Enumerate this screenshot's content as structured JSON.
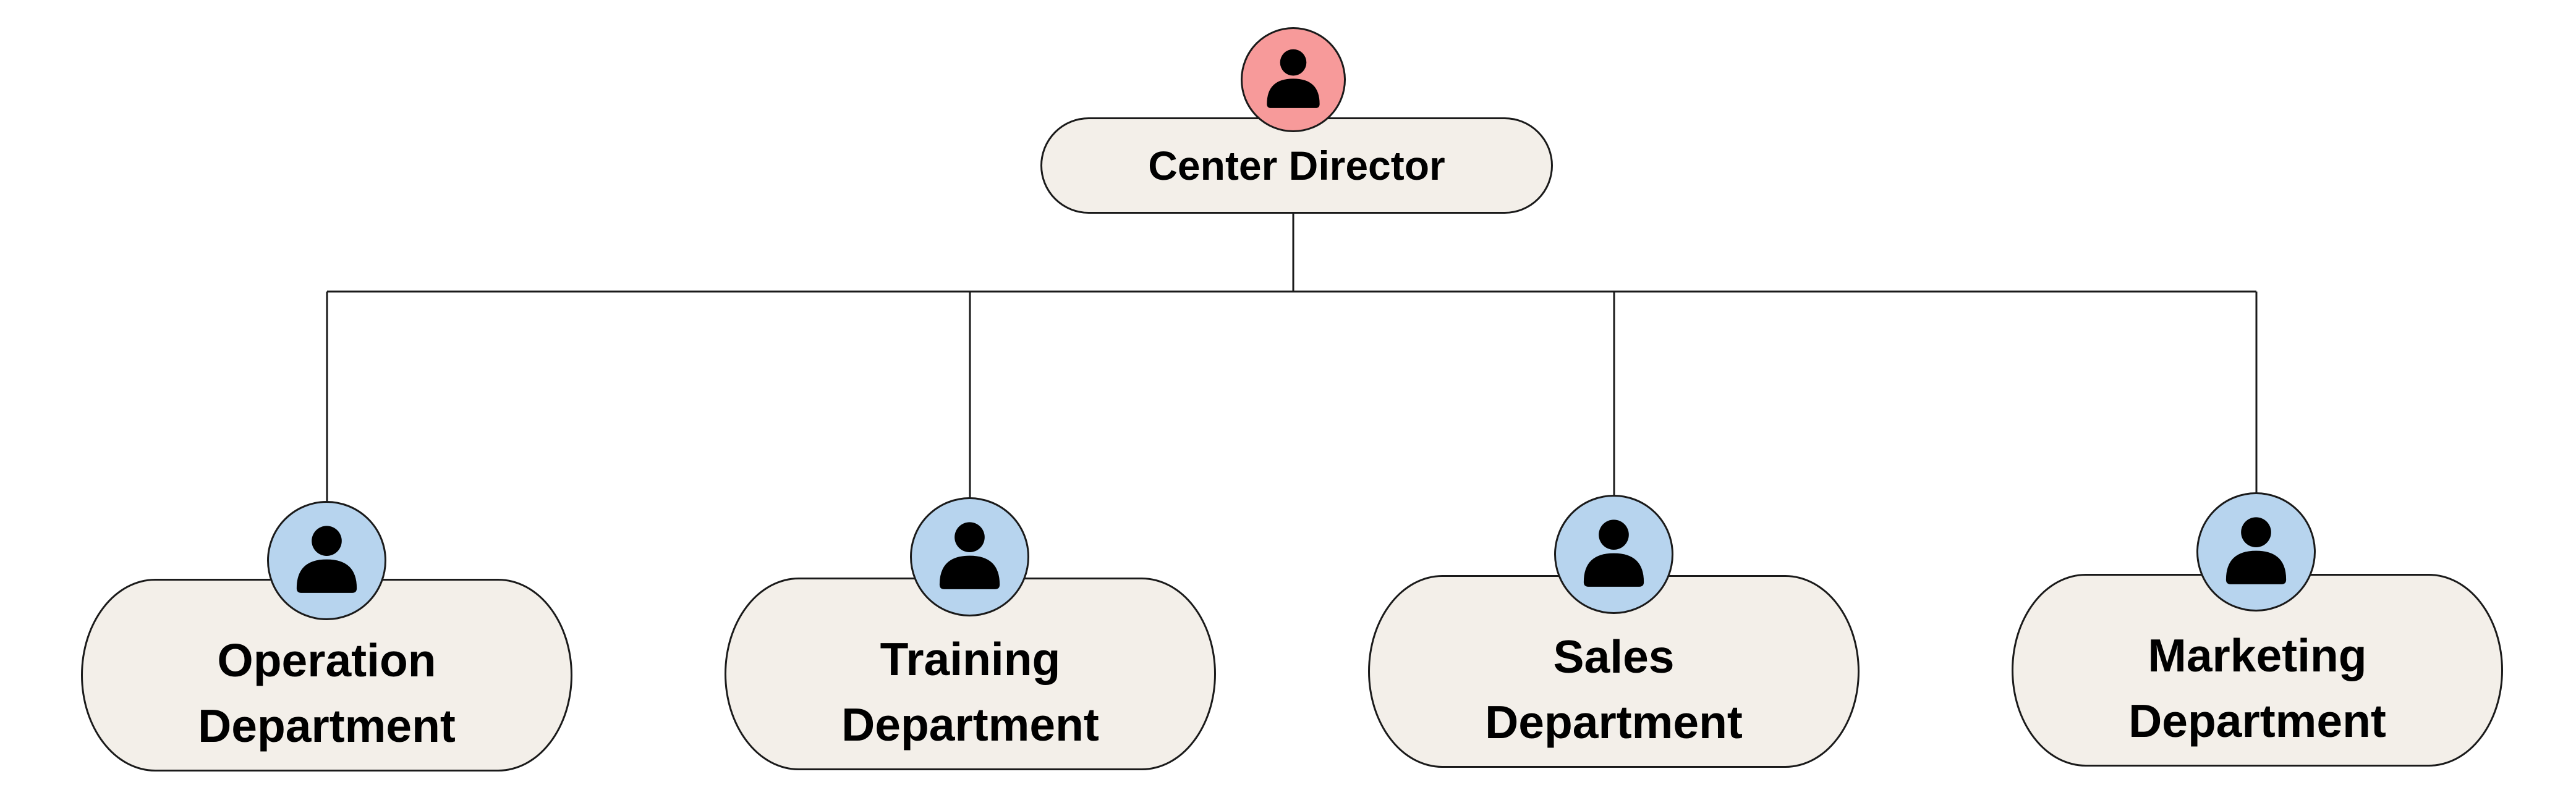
{
  "colors": {
    "root_avatar": "#f79a9a",
    "child_avatar": "#b7d4ee",
    "box_fill": "#f3efe9",
    "line": "#1a1a1a",
    "person_icon": "#000000"
  },
  "root": {
    "label": "Center Director",
    "icon": "person-icon"
  },
  "departments": [
    {
      "label": "Operation\nDepartment",
      "icon": "person-icon"
    },
    {
      "label": "Training\nDepartment",
      "icon": "person-icon"
    },
    {
      "label": "Sales\nDepartment",
      "icon": "person-icon"
    },
    {
      "label": "Marketing\nDepartment",
      "icon": "person-icon"
    }
  ]
}
